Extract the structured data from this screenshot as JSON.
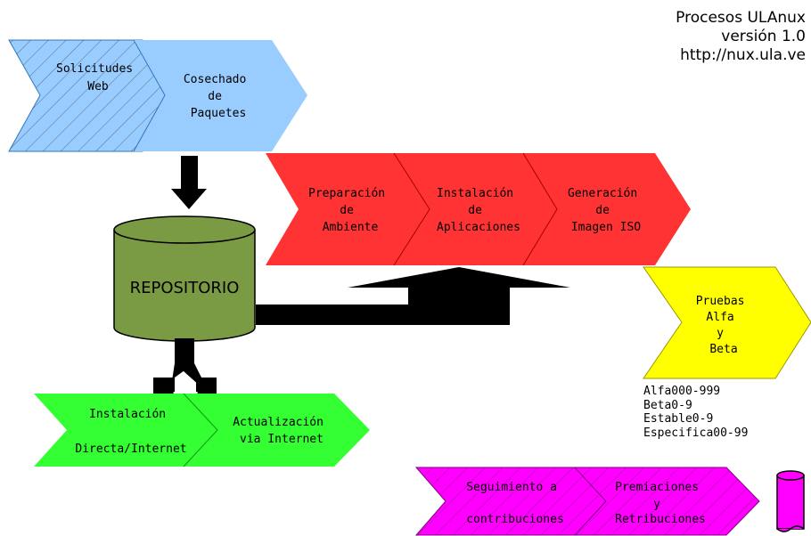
{
  "header": {
    "title": "Procesos ULAnux",
    "version": "versión 1.0",
    "url": "http://nux.ula.ve"
  },
  "repository": {
    "label": "REPOSITORIO"
  },
  "stages": {
    "solicitudes": [
      "Solicitudes",
      "Web"
    ],
    "cosechado": [
      "Cosechado",
      "de",
      "Paquetes"
    ],
    "preparacion": [
      "Preparación",
      "de",
      "Ambiente"
    ],
    "instalacion_apps": [
      "Instalación",
      "de",
      "Aplicaciones"
    ],
    "generacion": [
      "Generación",
      "de",
      "Imagen ISO"
    ],
    "pruebas": [
      "Pruebas",
      "Alfa",
      "y",
      "Beta"
    ],
    "instalacion_directa": [
      "Instalación",
      "Directa/Internet"
    ],
    "actualizacion": [
      "Actualización",
      "via Internet"
    ],
    "seguimiento": [
      "Seguimiento a",
      "contribuciones"
    ],
    "premiaciones": [
      "Premiaciones",
      "y",
      "Retribuciones"
    ]
  },
  "versions": [
    "Alfa000-999",
    "Beta0-9",
    "Estable0-9",
    "Especifica00-99"
  ],
  "colors": {
    "blue": "#99ccff",
    "red": "#ff3333",
    "yellow": "#ffff00",
    "green": "#33ff33",
    "magenta": "#ff00ff",
    "olive": "#7a9a43"
  }
}
